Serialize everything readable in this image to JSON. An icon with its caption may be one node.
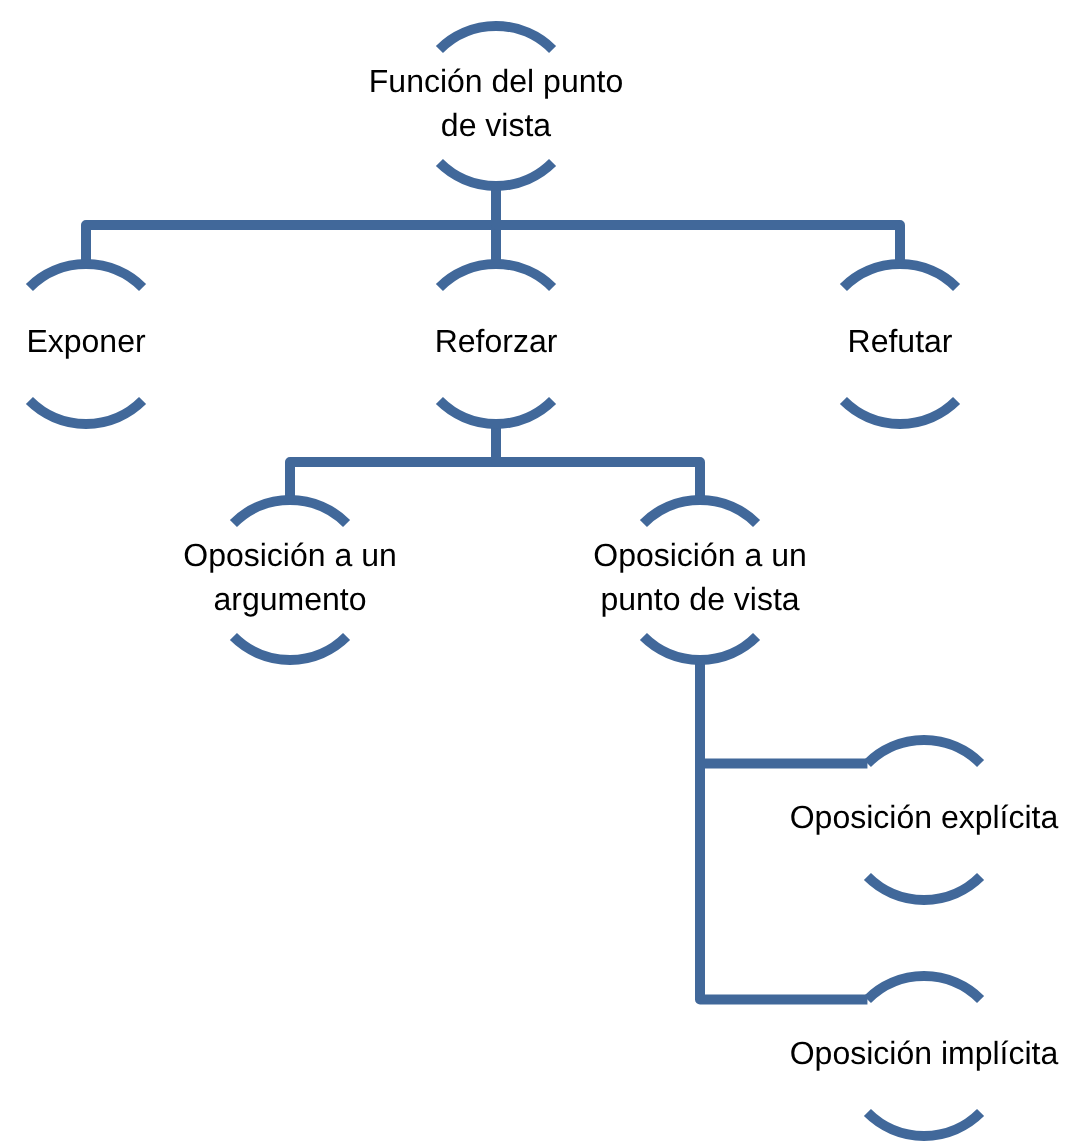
{
  "diagram": {
    "nodes": [
      {
        "text": [
          "Función del punto de vista"
        ]
      },
      {
        "text": [
          "Exponer"
        ]
      },
      {
        "text": [
          "Reforzar"
        ]
      },
      {
        "text": [
          "Refutar"
        ]
      },
      {
        "text": [
          "Oposición a un argumento"
        ]
      },
      {
        "text": [
          "Oposición a un punto de vista"
        ]
      },
      {
        "text": [
          "Oposición explícita"
        ]
      },
      {
        "text": [
          "Oposición implícita"
        ]
      }
    ],
    "edges": [
      {
        "from": 0,
        "to": 1,
        "arrow": "none"
      },
      {
        "from": 0,
        "to": 2,
        "arrow": "none"
      },
      {
        "from": 0,
        "to": 3,
        "arrow": "none"
      },
      {
        "from": 2,
        "to": 4,
        "arrow": "none"
      },
      {
        "from": 2,
        "to": 5,
        "arrow": "none"
      },
      {
        "from": 5,
        "to": 6,
        "arrow": "none"
      },
      {
        "from": 5,
        "to": 7,
        "arrow": "none"
      }
    ]
  }
}
